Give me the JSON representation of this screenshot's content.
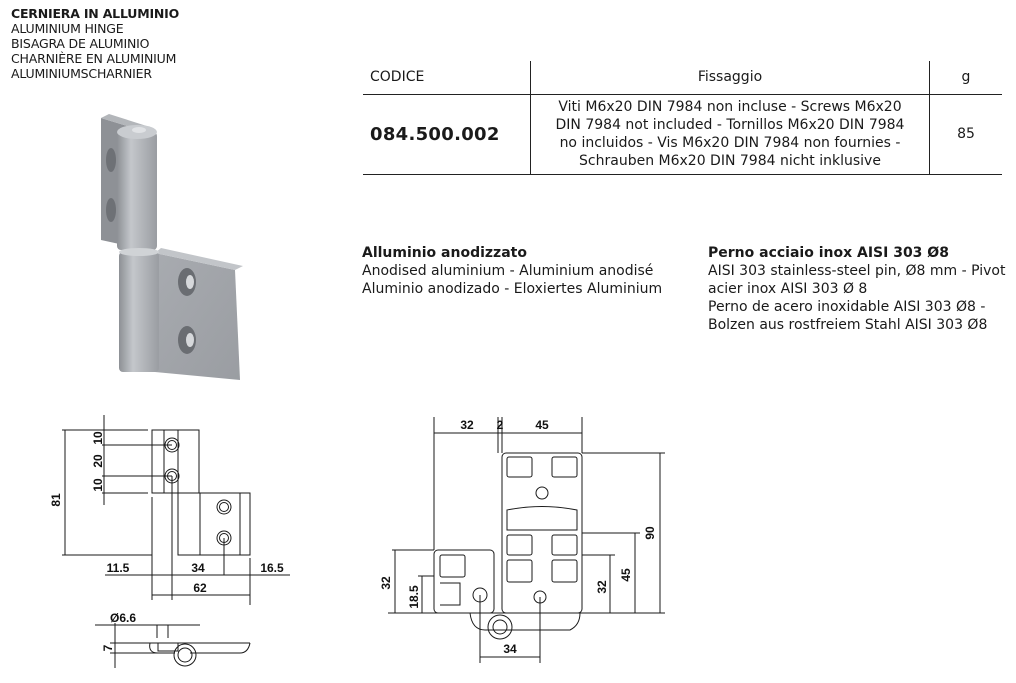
{
  "title": {
    "lines": [
      "CERNIERA IN ALLUMINIO",
      "ALUMINIUM HINGE",
      "BISAGRA DE ALUMINIO",
      "CHARNIÈRE EN ALUMINIUM",
      "ALUMINIUMSCHARNIER"
    ]
  },
  "table": {
    "headers": [
      "CODICE",
      "Fissaggio",
      "g"
    ],
    "rows": [
      {
        "code": "084.500.002",
        "fixing_lines": [
          "Viti M6x20 DIN 7984 non incluse - Screws M6x20",
          "DIN 7984 not included - Tornillos M6x20 DIN 7984",
          "no incluidos - Vis M6x20 DIN 7984 non fournies -",
          "Schrauben M6x20 DIN 7984 nicht inklusive"
        ],
        "weight": "85"
      }
    ]
  },
  "material": {
    "title": "Alluminio anodizzato",
    "lines": [
      "Anodised aluminium - Aluminium anodisé",
      "Aluminio anodizado - Eloxiertes Aluminium"
    ]
  },
  "pin": {
    "title": "Perno acciaio inox AISI 303 Ø8",
    "lines": [
      "AISI 303 stainless-steel pin, Ø8 mm - Pivot",
      "acier inox AISI 303 Ø 8",
      "Perno de acero inoxidable AISI 303 Ø8 -",
      "Bolzen aus rostfreiem Stahl AISI 303 Ø8"
    ]
  },
  "front_view": {
    "dims": {
      "height_total": "81",
      "top_offset": "10",
      "hole_spacing": "20",
      "bottom_offset": "10",
      "left_offset": "11.5",
      "hole_center_distance": "34",
      "right_offset": "16.5",
      "total_width": "62"
    }
  },
  "side_view": {
    "dims": {
      "hole_diameter": "Ø6.6",
      "thickness": "7"
    }
  },
  "profile_view": {
    "dims": {
      "left_width": "32",
      "gap": "2",
      "right_width": "45",
      "profile_height": "90",
      "height_45": "45",
      "height_32_right": "32",
      "left_height": "32",
      "left_hole_height": "18.5",
      "hole_distance": "34"
    }
  },
  "colors": {
    "line": "#1a1a1a",
    "render_light": "#b9bcc0",
    "render_mid": "#9a9da1",
    "render_dark": "#7b7e83"
  }
}
